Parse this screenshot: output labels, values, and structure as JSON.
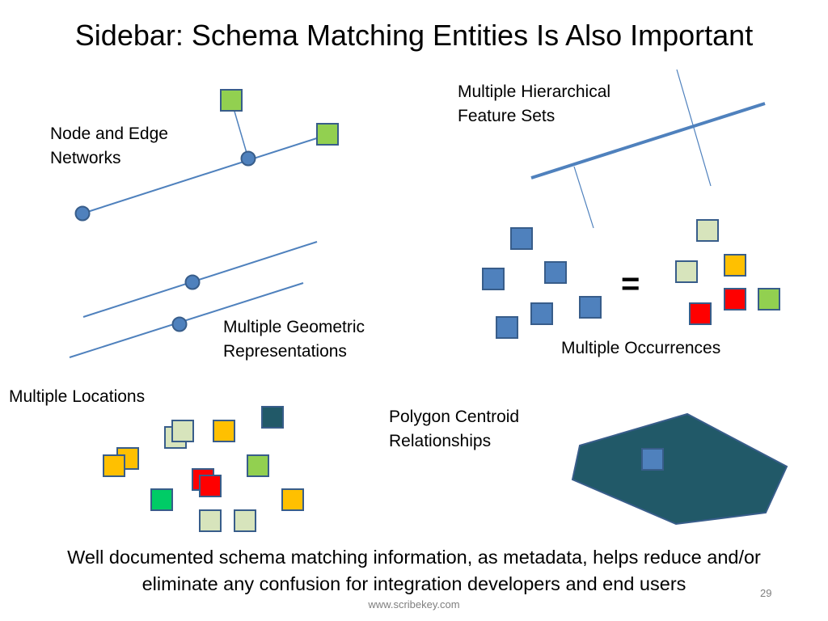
{
  "title": "Sidebar: Schema Matching Entities Is Also Important",
  "labels": {
    "node_edge": [
      "Node and Edge",
      "Networks"
    ],
    "hierarchical": [
      "Multiple Hierarchical",
      "Feature Sets"
    ],
    "geometric": [
      "Multiple Geometric",
      "Representations"
    ],
    "occurrences": "Multiple Occurrences",
    "locations": "Multiple Locations",
    "polygon": [
      "Polygon Centroid",
      "Relationships"
    ],
    "equals": "="
  },
  "footer": {
    "line1": "Well documented schema matching information, as metadata, helps reduce and/or",
    "line2": "eliminate any confusion for integration developers and end users"
  },
  "page_number": "29",
  "source": "www.scribekey.com",
  "colors": {
    "line_blue": "#4f81bd",
    "node_fill": "#4f81bd",
    "node_stroke": "#385d8a",
    "square_stroke": "#385d8a",
    "blue_square": "#4f81bd",
    "green_square": "#92d050",
    "pale_square": "#d7e4bc",
    "orange_square": "#ffc000",
    "red_square": "#ff0000",
    "bright_green_square": "#00cc66",
    "dark_teal_square": "#215968",
    "polygon_fill": "#215968"
  }
}
